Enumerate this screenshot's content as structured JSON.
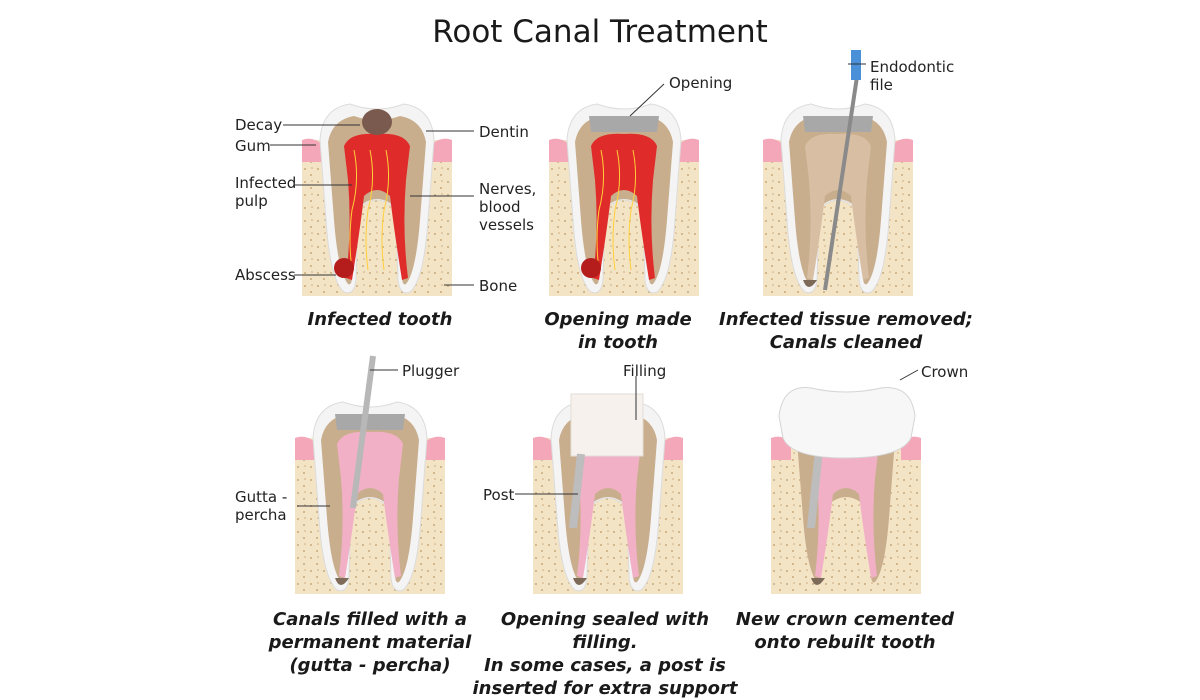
{
  "title": "Root Canal Treatment",
  "panels": [
    {
      "caption": "Infected tooth",
      "labels": {
        "decay": "Decay",
        "gum": "Gum",
        "infected_pulp": "Infected\npulp",
        "abscess": "Abscess",
        "dentin": "Dentin",
        "nerves": "Nerves,\nblood\nvessels",
        "bone": "Bone"
      }
    },
    {
      "caption": "Opening made\nin tooth",
      "labels": {
        "opening": "Opening"
      }
    },
    {
      "caption": "Infected tissue removed;\nCanals cleaned",
      "labels": {
        "file": "Endodontic\nfile"
      }
    },
    {
      "caption": "Canals filled with a\npermanent material\n(gutta - percha)",
      "labels": {
        "plugger": "Plugger",
        "gutta": "Gutta -\npercha"
      }
    },
    {
      "caption": "Opening sealed with filling.\nIn some cases, a post is\ninserted for extra support",
      "labels": {
        "filling": "Filling",
        "post": "Post"
      }
    },
    {
      "caption": "New crown cemented\nonto rebuilt tooth",
      "labels": {
        "crown": "Crown"
      }
    }
  ],
  "colors": {
    "bone": "#f4e4c6",
    "bone_dot": "#c9aa7c",
    "gum": "#f4a7b9",
    "enamel": "#f4f4f4",
    "dentin": "#c9ae8e",
    "pulp_infected": "#e02b2b",
    "pulp_dark": "#b51c1c",
    "gutta": "#f2b0c6",
    "filling_gray": "#a8a8a8",
    "filling_white": "#f6f1ec",
    "decay": "#7a5a4e",
    "file_blue": "#4a90d9"
  }
}
